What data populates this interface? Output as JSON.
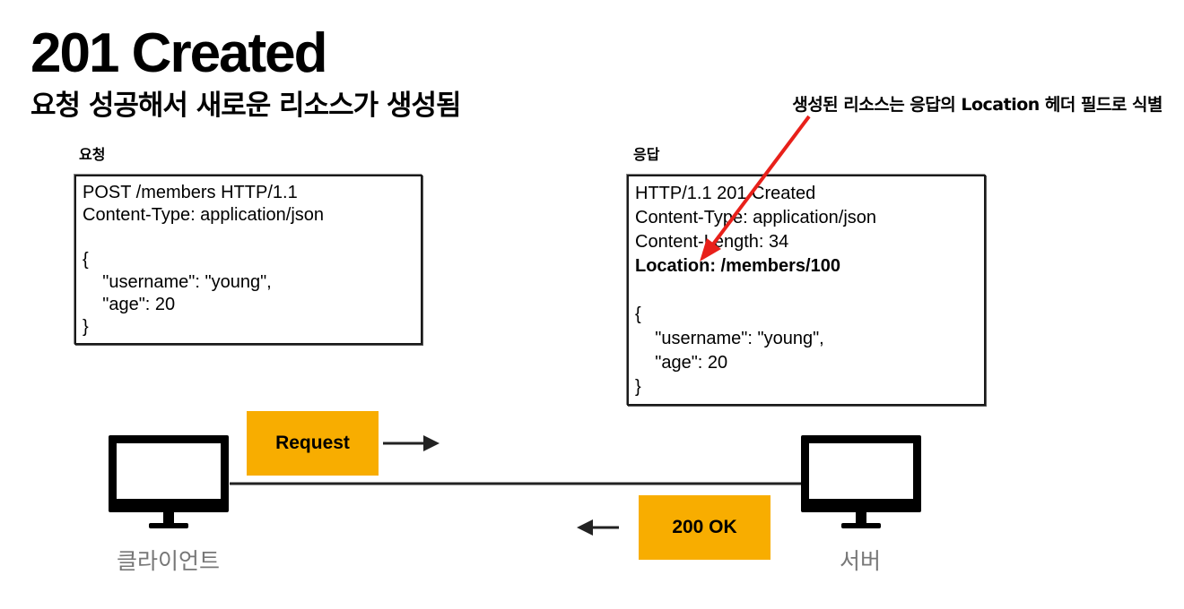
{
  "title": "201 Created",
  "subtitle": "요청 성공해서 새로운 리소스가 생성됨",
  "annotation": "생성된 리소스는 응답의 Location 헤더 필드로 식별",
  "request": {
    "label": "요청",
    "lines": [
      "POST /members HTTP/1.1",
      "Content-Type: application/json",
      "",
      "{",
      "    \"username\": \"young\",",
      "    \"age\": 20",
      "}"
    ]
  },
  "response": {
    "label": "응답",
    "lines": [
      "HTTP/1.1 201 Created",
      "Content-Type: application/json",
      "Content-Length: 34",
      "Location: /members/100",
      "",
      "{",
      "    \"username\": \"young\",",
      "    \"age\": 20",
      "}"
    ]
  },
  "request_tag": "Request",
  "response_tag": "200 OK",
  "client_label": "클라이언트",
  "server_label": "서버",
  "colors": {
    "tag_background": "#f8ad00",
    "annotation_arrow": "#e8201a",
    "box_border": "#1a1a1a",
    "device_label": "#777777"
  },
  "icons": [
    "monitor-icon",
    "arrow-right-icon",
    "arrow-left-icon"
  ]
}
